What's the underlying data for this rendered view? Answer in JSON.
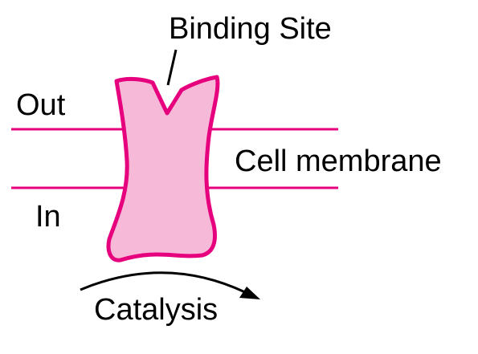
{
  "labels": {
    "binding_site": "Binding Site",
    "out": "Out",
    "in": "In",
    "cell_membrane": "Cell membrane",
    "catalysis": "Catalysis"
  },
  "colors": {
    "membrane": "#e6007e",
    "protein_fill": "#f7b9d8",
    "protein_stroke": "#e6007e",
    "text": "#000000",
    "arrow": "#000000"
  }
}
